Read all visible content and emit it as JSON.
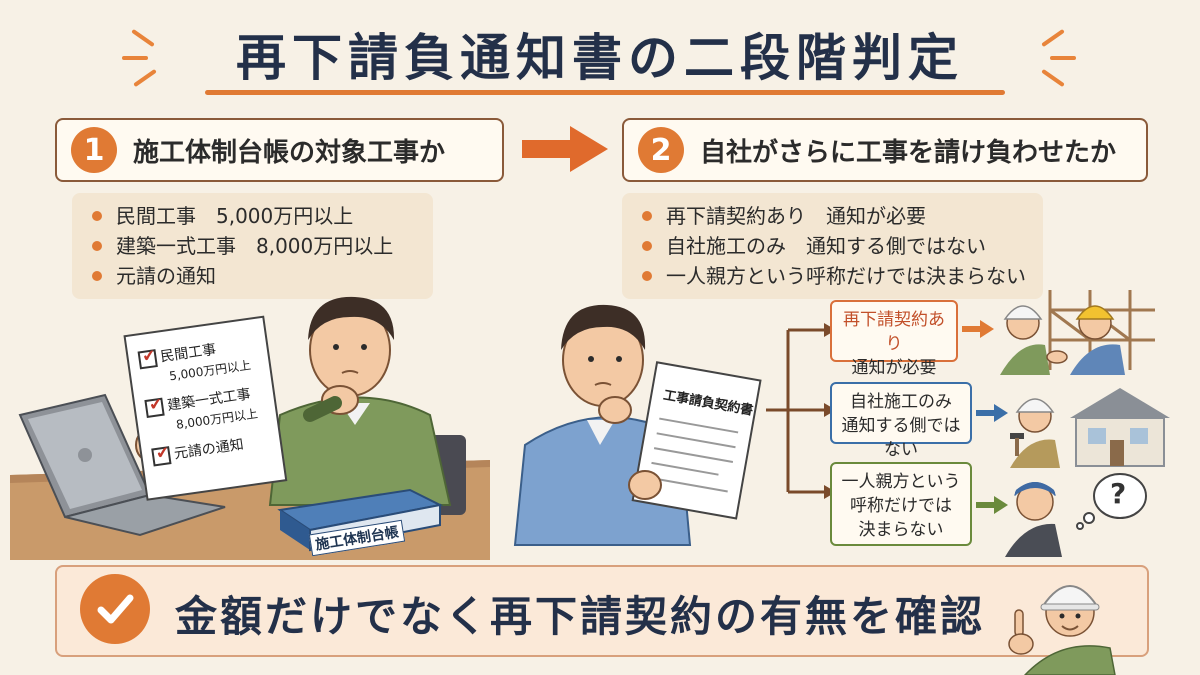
{
  "title": "再下請負通知書の二段階判定",
  "step1": {
    "number": "1",
    "label": "施工体制台帳の対象工事か",
    "bullets": [
      "民間工事　5,000万円以上",
      "建築一式工事　8,000万円以上",
      "元請の通知"
    ]
  },
  "step2": {
    "number": "2",
    "label": "自社がさらに工事を請け負わせたか",
    "bullets": [
      "再下請契約あり　通知が必要",
      "自社施工のみ　通知する側ではない",
      "一人親方という呼称だけでは決まらない"
    ]
  },
  "checklist_sheet": {
    "items": [
      {
        "label": "民間工事",
        "sub": "5,000万円以上"
      },
      {
        "label": "建築一式工事",
        "sub": "8,000万円以上"
      },
      {
        "label": "元請の通知",
        "sub": ""
      }
    ]
  },
  "ledger_book_label": "施工体制台帳",
  "contract_doc_title": "工事請負契約書",
  "branches": [
    {
      "line1": "再下請契約あり",
      "line2": "通知が必要",
      "color": "#d9703a"
    },
    {
      "line1": "自社施工のみ",
      "line2": "通知する側ではない",
      "color": "#3b6fa8"
    },
    {
      "line1": "一人親方という",
      "line2": "呼称だけでは",
      "line3": "決まらない",
      "color": "#6a8a3c"
    }
  ],
  "question_mark": "?",
  "conclusion": "金額だけでなく再下請契約の有無を確認",
  "colors": {
    "accent": "#e07a34",
    "title": "#233049",
    "background": "#f7f1e6"
  }
}
